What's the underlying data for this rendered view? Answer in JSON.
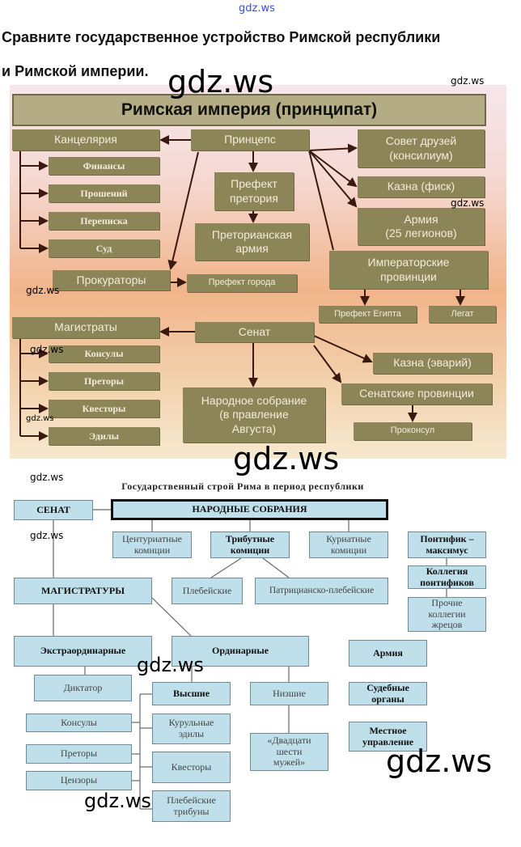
{
  "question": {
    "line1": "Сравните государственное устройство Римской республики",
    "line2": "и Римской империи."
  },
  "empire_diagram": {
    "title": "Римская империя (принципат)",
    "kantselyariya": "Канцелярия",
    "kants_items": [
      "Финансы",
      "Прошений",
      "Переписка",
      "Суд"
    ],
    "princeps": "Принцепс",
    "prefect_praetorium": "Префект\nпретория",
    "praetorian_army": "Преторианская\nармия",
    "council": "Совет друзей\n(консилиум)",
    "fisk": "Казна (фиск)",
    "army": "Армия\n(25 легионов)",
    "imperial_provinces": "Императорские\nпровинции",
    "procurators": "Прокураторы",
    "city_prefect": "Префект города",
    "egypt_prefect": "Префект Египта",
    "legate": "Легат",
    "magistrates": "Магистраты",
    "mag_items": [
      "Консулы",
      "Преторы",
      "Квесторы",
      "Эдилы"
    ],
    "senate": "Сенат",
    "aerarium": "Казна (эварий)",
    "assembly": "Народное собрание\n(в правление\nАвгуста)",
    "senate_provinces": "Сенатские провинции",
    "proconsul": "Проконсул"
  },
  "republic_diagram": {
    "title": "Государственный строй Рима в период республики",
    "senate": "СЕНАТ",
    "assemblies": "НАРОДНЫЕ СОБРАНИЯ",
    "centuriate": "Центуриатные\nкомиции",
    "tribute": "Трибутные\nкомиции",
    "curiate": "Куриатные\nкомиции",
    "pontifex": "Понтифик –\nмаксимус",
    "college": "Коллегия\nпонтификов",
    "other_colleges": "Прочие\nколлегии\nжрецов",
    "plebeian": "Плебейские",
    "patrician_plebeian": "Патрицианско-плебейские",
    "magistracies": "МАГИСТРАТУРЫ",
    "extraordinary": "Экстраординарные",
    "ordinary": "Ординарные",
    "army": "Армия",
    "dictator": "Диктатор",
    "higher": "Высшие",
    "lower": "Низшие",
    "courts": "Судебные\nорганы",
    "consuls": "Консулы",
    "curule_aediles": "Курульные\nэдилы",
    "local": "Местное\nуправление",
    "praetors": "Преторы",
    "twenty_six": "«Двадцати\nшести\nмужей»",
    "quaestors": "Квесторы",
    "censors": "Цензоры",
    "tribunes": "Плебейские\nтрибуны"
  },
  "watermark": "gdz.ws",
  "colors": {
    "olive": "#8c8558",
    "light_blue": "#bfe0ea",
    "watermark_top": "#3b4fd6"
  }
}
